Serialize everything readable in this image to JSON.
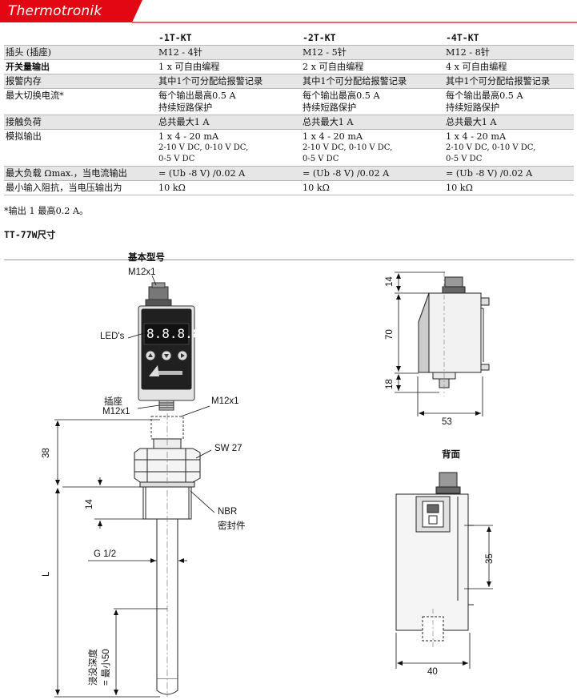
{
  "brand": {
    "name": "Thermotronik",
    "color": "#e30613"
  },
  "spec_table": {
    "headers": [
      "",
      "-1T-KT",
      "-2T-KT",
      "-4T-KT"
    ],
    "rows": [
      {
        "label": "插头 (插座)",
        "v1": "M12 - 4针",
        "v2": "M12 - 5针",
        "v3": "M12 - 8针"
      },
      {
        "label": "开关量输出",
        "v1": "1 x 可自由编程",
        "v2": "2 x 可自由编程",
        "v3": "4 x 可自由编程"
      },
      {
        "label": "报警内存",
        "v1": "其中1个可分配给报警记录",
        "v2": "其中1个可分配给报警记录",
        "v3": "其中1个可分配给报警记录"
      },
      {
        "label": "最大切换电流*",
        "v1a": "每个输出最高0.5 A",
        "v1b": "持续短路保护",
        "v2a": "每个输出最高0.5 A",
        "v2b": "持续短路保护",
        "v3a": "每个输出最高0.5 A",
        "v3b": "持续短路保护"
      },
      {
        "label": "接触负荷",
        "v1": "总共最大1 A",
        "v2": "总共最大1 A",
        "v3": "总共最大1 A"
      },
      {
        "label": "模拟输出",
        "v1a": "1 x 4 - 20 mA",
        "v1b": "2-10 V DC, 0-10 V DC,",
        "v1c": "0-5 V DC",
        "v2a": "1 x 4 - 20 mA",
        "v2b": "2-10 V DC, 0-10 V DC,",
        "v2c": "0-5 V DC",
        "v3a": "1 x 4 - 20 mA",
        "v3b": "2-10 V DC, 0-10 V DC,",
        "v3c": "0-5 V DC"
      },
      {
        "label": "最大负载 Ωmax.，当电流输出",
        "v1": "= (Ub -8 V) /0.02 A",
        "v2": "= (Ub -8 V) /0.02 A",
        "v3": "= (Ub -8 V) /0.02 A"
      },
      {
        "label": "最小输入阻抗，当电压输出为",
        "v1": "10 kΩ",
        "v2": "10 kΩ",
        "v3": "10 kΩ"
      }
    ]
  },
  "footnote": "*输出 1 最高0.2 A。",
  "section_title": "TT-77W尺寸",
  "drawing": {
    "title": "基本型号",
    "connector_top": "M12x1",
    "leds": "LED's",
    "socket": "插座",
    "socket_thread": "M12x1",
    "thread_right": "M12x1",
    "sw": "SW 27",
    "nbr": "NBR",
    "seal": "密封件",
    "g_thread": "G 1/2",
    "dim_38": "38",
    "dim_14": "14",
    "dim_L": "L",
    "immersion": "浸没深度",
    "immersion_min": "= 最小50",
    "side_dim_14": "14",
    "side_dim_70": "70",
    "side_dim_18": "18",
    "side_dim_53": "53",
    "back_title": "背面",
    "back_dim_35": "35",
    "back_dim_40": "40",
    "display_digits": "8.8.8.8."
  }
}
